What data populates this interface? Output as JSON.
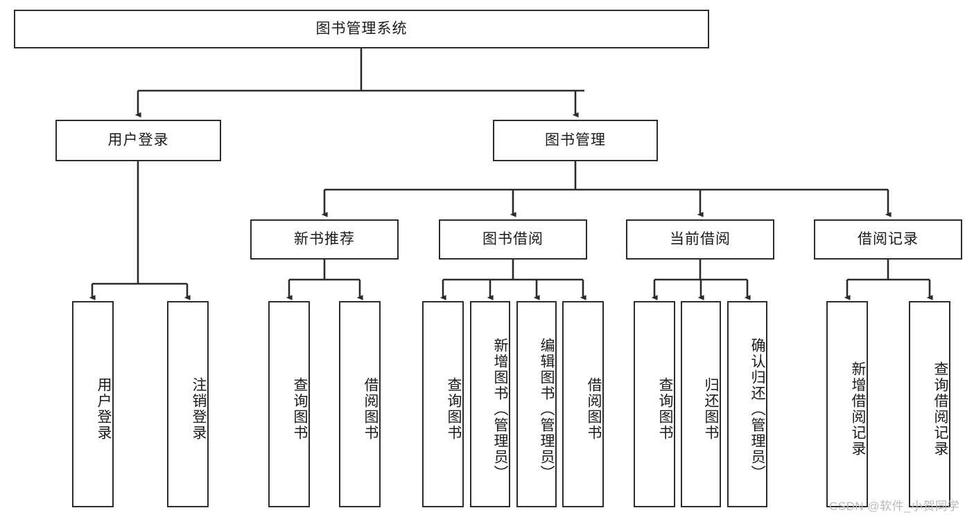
{
  "diagram": {
    "type": "tree",
    "title": "图书管理系统",
    "root": {
      "id": "root",
      "label": "图书管理系统"
    },
    "level2": [
      {
        "id": "user-login",
        "label": "用户登录"
      },
      {
        "id": "book-manage",
        "label": "图书管理"
      }
    ],
    "level3": [
      {
        "id": "new-book-rec",
        "label": "新书推荐",
        "parent": "book-manage"
      },
      {
        "id": "book-borrow",
        "label": "图书借阅",
        "parent": "book-manage"
      },
      {
        "id": "current-borrow",
        "label": "当前借阅",
        "parent": "book-manage"
      },
      {
        "id": "borrow-record",
        "label": "借阅记录",
        "parent": "book-manage"
      }
    ],
    "leaves": [
      {
        "id": "leaf-user-login",
        "label": "用户登录",
        "parent": "user-login"
      },
      {
        "id": "leaf-logout",
        "label": "注销登录",
        "parent": "user-login"
      },
      {
        "id": "leaf-query-book-1",
        "label": "查询图书",
        "parent": "new-book-rec"
      },
      {
        "id": "leaf-borrow-book-1",
        "label": "借阅图书",
        "parent": "new-book-rec"
      },
      {
        "id": "leaf-query-book-2",
        "label": "查询图书",
        "parent": "book-borrow"
      },
      {
        "id": "leaf-add-book",
        "label": "新增图书（管理员）",
        "parent": "book-borrow"
      },
      {
        "id": "leaf-edit-book",
        "label": "编辑图书（管理员）",
        "parent": "book-borrow"
      },
      {
        "id": "leaf-borrow-book-2",
        "label": "借阅图书",
        "parent": "book-borrow"
      },
      {
        "id": "leaf-query-book-3",
        "label": "查询图书",
        "parent": "current-borrow"
      },
      {
        "id": "leaf-return-book",
        "label": "归还图书",
        "parent": "current-borrow"
      },
      {
        "id": "leaf-confirm-return",
        "label": "确认归还（管理员）",
        "parent": "current-borrow"
      },
      {
        "id": "leaf-add-record",
        "label": "新增借阅记录",
        "parent": "borrow-record"
      },
      {
        "id": "leaf-query-record",
        "label": "查询借阅记录",
        "parent": "borrow-record"
      }
    ]
  },
  "watermark": {
    "text": "CSDN @软件_小贺同学"
  },
  "colors": {
    "border": "#2b2b2b",
    "background": "#ffffff",
    "text": "#1a1a1a",
    "watermark": "#b9b9b9"
  }
}
